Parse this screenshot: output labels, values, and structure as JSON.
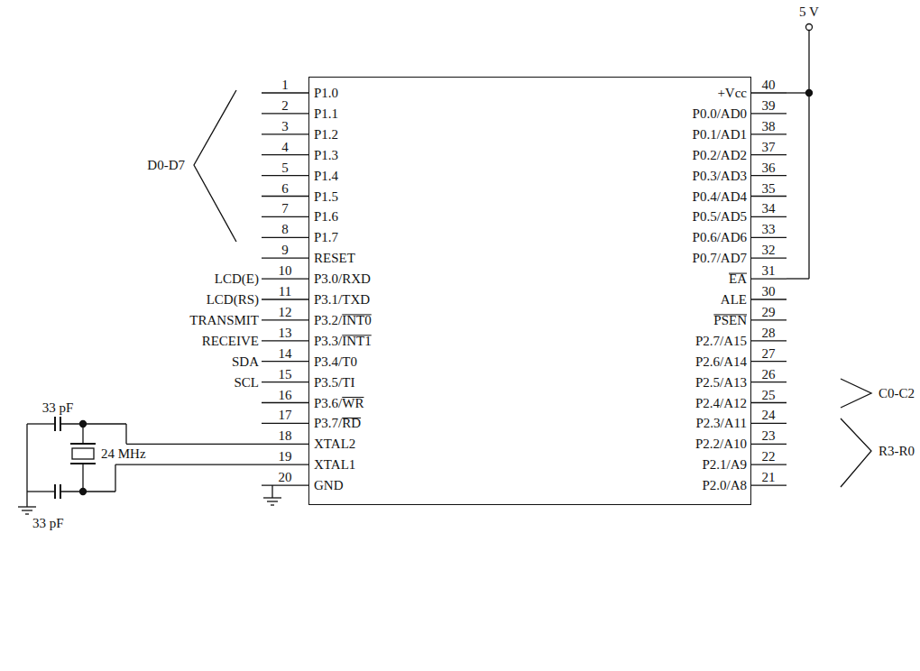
{
  "diagram": {
    "nodes": [
      {
        "text": [
          "P1.0",
          "P1.1",
          "P1.2",
          "P1.3",
          "P1.4",
          "P1.5",
          "P1.6",
          "P1.7",
          "RESET",
          "P3.0/RXD",
          "P3.1/TXD",
          "P3.2/INT0",
          "P3.3/INT1",
          "P3.4/T0",
          "P3.5/TI",
          "P3.6/WR",
          "P3.7/RD",
          "XTAL2",
          "XTAL1",
          "GND",
          "+Vcc",
          "P0.0/AD0",
          "P0.1/AD1",
          "P0.2/AD2",
          "P0.3/AD3",
          "P0.4/AD4",
          "P0.5/AD5",
          "P0.6/AD6",
          "P0.7/AD7",
          "EA",
          "ALE",
          "PSEN",
          "P2.7/A15",
          "P2.6/A14",
          "P2.5/A13",
          "P2.4/A12",
          "P2.3/A11",
          "P2.2/A10",
          "P2.1/A9",
          "P2.0/A8"
        ]
      }
    ],
    "labels": [
      "1",
      "2",
      "3",
      "4",
      "5",
      "6",
      "7",
      "8",
      "9",
      "10",
      "11",
      "12",
      "13",
      "14",
      "15",
      "16",
      "17",
      "18",
      "19",
      "20",
      "40",
      "39",
      "38",
      "37",
      "36",
      "35",
      "34",
      "33",
      "32",
      "31",
      "30",
      "29",
      "28",
      "27",
      "26",
      "25",
      "24",
      "23",
      "22",
      "21",
      "D0-D7",
      "LCD(E)",
      "LCD(RS)",
      "TRANSMIT",
      "RECEIVE",
      "SDA",
      "SCL",
      "33 pF",
      "24 MHz",
      "33 pF",
      "5 V",
      "C0-C2",
      "R3-R0"
    ]
  }
}
